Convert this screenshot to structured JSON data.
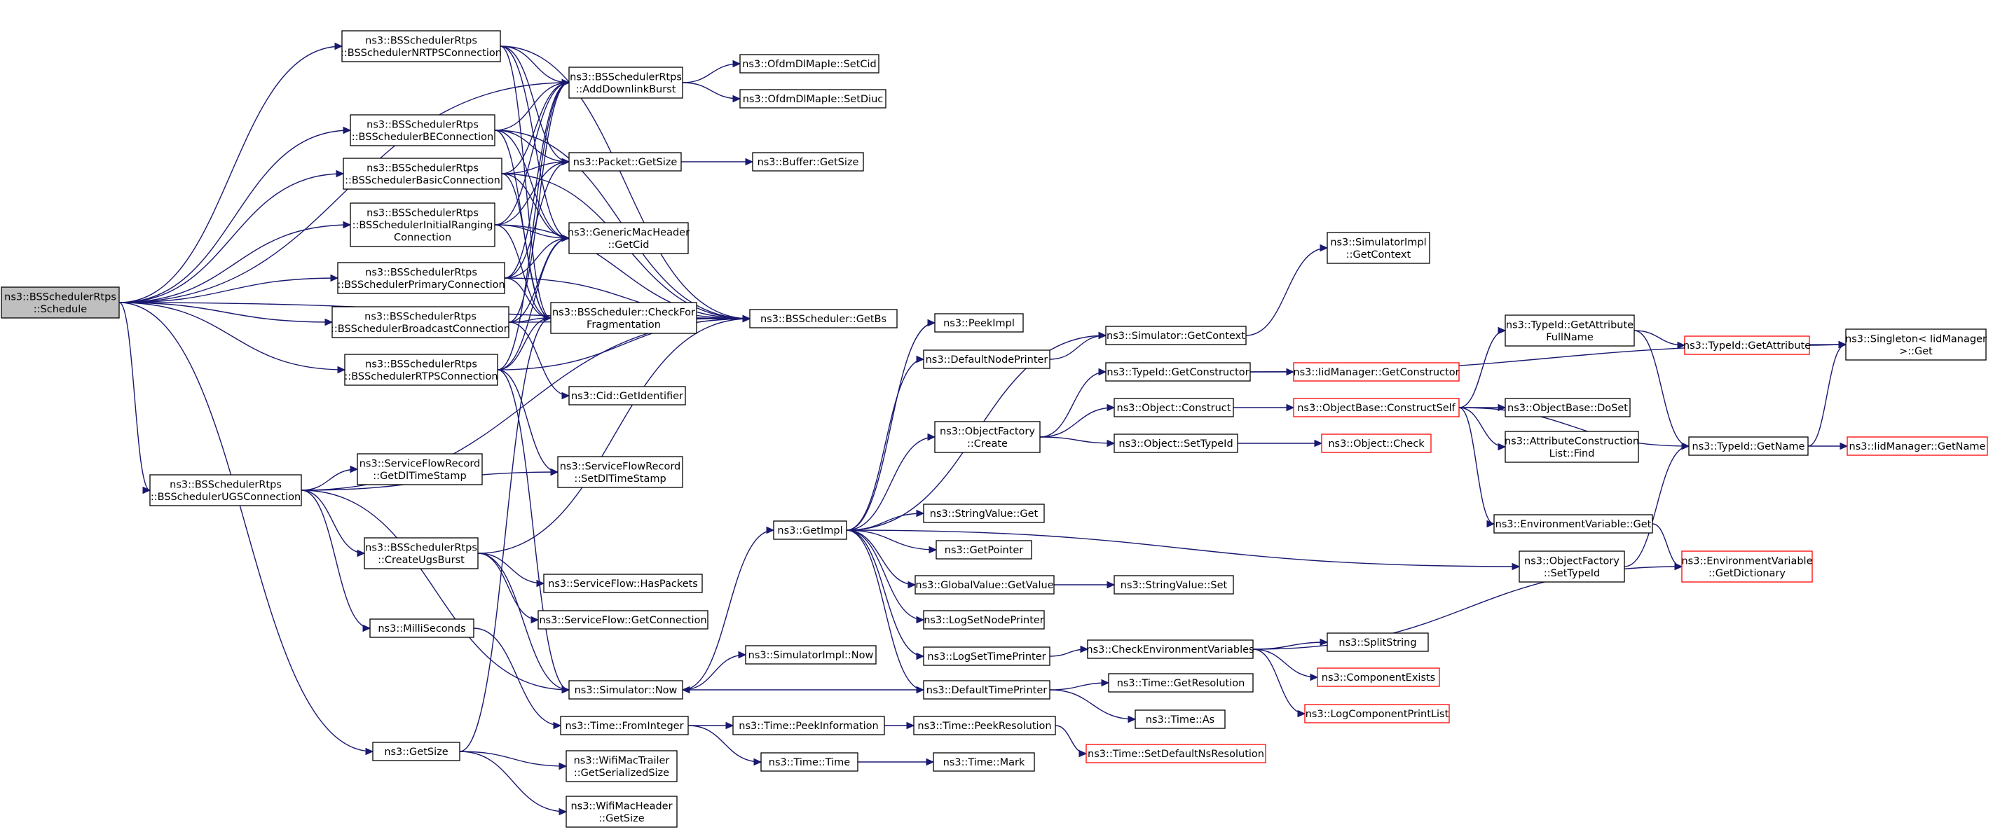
{
  "diagram": {
    "kind": "call-graph",
    "colors": {
      "edge": "#191970",
      "root_fill": "#bfbfbf",
      "node_border": "#000000",
      "truncated_border": "#ff0000"
    },
    "nodes": [
      {
        "id": "schedule",
        "lines": [
          "ns3::BSSchedulerRtps",
          "::Schedule"
        ],
        "style": "root"
      },
      {
        "id": "nrtps",
        "lines": [
          "ns3::BSSchedulerRtps",
          "::BSSchedulerNRTPSConnection"
        ]
      },
      {
        "id": "be",
        "lines": [
          "ns3::BSSchedulerRtps",
          "::BSSchedulerBEConnection"
        ]
      },
      {
        "id": "basic",
        "lines": [
          "ns3::BSSchedulerRtps",
          "::BSSchedulerBasicConnection"
        ]
      },
      {
        "id": "initrang",
        "lines": [
          "ns3::BSSchedulerRtps",
          "::BSSchedulerInitialRanging",
          "Connection"
        ]
      },
      {
        "id": "primary",
        "lines": [
          "ns3::BSSchedulerRtps",
          "::BSSchedulerPrimaryConnection"
        ]
      },
      {
        "id": "broadcast",
        "lines": [
          "ns3::BSSchedulerRtps",
          "::BSSchedulerBroadcastConnection"
        ]
      },
      {
        "id": "rtps",
        "lines": [
          "ns3::BSSchedulerRtps",
          "::BSSchedulerRTPSConnection"
        ]
      },
      {
        "id": "ugs",
        "lines": [
          "ns3::BSSchedulerRtps",
          "::BSSchedulerUGSConnection"
        ]
      },
      {
        "id": "adddl",
        "lines": [
          "ns3::BSSchedulerRtps",
          "::AddDownlinkBurst"
        ]
      },
      {
        "id": "setcid",
        "lines": [
          "ns3::OfdmDlMapIe::SetCid"
        ]
      },
      {
        "id": "setdiuc",
        "lines": [
          "ns3::OfdmDlMapIe::SetDiuc"
        ]
      },
      {
        "id": "pktsize",
        "lines": [
          "ns3::Packet::GetSize"
        ]
      },
      {
        "id": "bufsize",
        "lines": [
          "ns3::Buffer::GetSize"
        ]
      },
      {
        "id": "gmhcid",
        "lines": [
          "ns3::GenericMacHeader",
          "::GetCid"
        ]
      },
      {
        "id": "checkfrag",
        "lines": [
          "ns3::BSScheduler::CheckFor",
          "Fragmentation"
        ]
      },
      {
        "id": "getbs",
        "lines": [
          "ns3::BSScheduler::GetBs"
        ]
      },
      {
        "id": "cidgetid",
        "lines": [
          "ns3::Cid::GetIdentifier"
        ]
      },
      {
        "id": "sfrget",
        "lines": [
          "ns3::ServiceFlowRecord",
          "::GetDlTimeStamp"
        ]
      },
      {
        "id": "sfrset",
        "lines": [
          "ns3::ServiceFlowRecord",
          "::SetDlTimeStamp"
        ]
      },
      {
        "id": "createugs",
        "lines": [
          "ns3::BSSchedulerRtps",
          "::CreateUgsBurst"
        ]
      },
      {
        "id": "haspkts",
        "lines": [
          "ns3::ServiceFlow::HasPackets"
        ]
      },
      {
        "id": "sfgetconn",
        "lines": [
          "ns3::ServiceFlow::GetConnection"
        ]
      },
      {
        "id": "millis",
        "lines": [
          "ns3::MilliSeconds"
        ]
      },
      {
        "id": "simnow",
        "lines": [
          "ns3::Simulator::Now"
        ]
      },
      {
        "id": "simimplnow",
        "lines": [
          "ns3::SimulatorImpl::Now"
        ]
      },
      {
        "id": "frominteger",
        "lines": [
          "ns3::Time::FromInteger"
        ]
      },
      {
        "id": "peekinfo",
        "lines": [
          "ns3::Time::PeekInformation"
        ]
      },
      {
        "id": "timetime",
        "lines": [
          "ns3::Time::Time"
        ]
      },
      {
        "id": "peekres",
        "lines": [
          "ns3::Time::PeekResolution"
        ]
      },
      {
        "id": "setdefns",
        "lines": [
          "ns3::Time::SetDefaultNsResolution"
        ],
        "style": "red"
      },
      {
        "id": "timemark",
        "lines": [
          "ns3::Time::Mark"
        ]
      },
      {
        "id": "getsize",
        "lines": [
          "ns3::GetSize"
        ]
      },
      {
        "id": "wifitrailer",
        "lines": [
          "ns3::WifiMacTrailer",
          "::GetSerializedSize"
        ]
      },
      {
        "id": "wifiheader",
        "lines": [
          "ns3::WifiMacHeader",
          "::GetSize"
        ]
      },
      {
        "id": "getimpl",
        "lines": [
          "ns3::GetImpl"
        ]
      },
      {
        "id": "peekimpl",
        "lines": [
          "ns3::PeekImpl"
        ]
      },
      {
        "id": "defnodeprinter",
        "lines": [
          "ns3::DefaultNodePrinter"
        ]
      },
      {
        "id": "simgetctx",
        "lines": [
          "ns3::Simulator::GetContext"
        ]
      },
      {
        "id": "simimplctx",
        "lines": [
          "ns3::SimulatorImpl",
          "::GetContext"
        ]
      },
      {
        "id": "objfactcreate",
        "lines": [
          "ns3::ObjectFactory",
          "::Create"
        ]
      },
      {
        "id": "typeidgetctor",
        "lines": [
          "ns3::TypeId::GetConstructor"
        ]
      },
      {
        "id": "iidgetctor",
        "lines": [
          "ns3::IidManager::GetConstructor"
        ],
        "style": "red"
      },
      {
        "id": "objconstruct",
        "lines": [
          "ns3::Object::Construct"
        ]
      },
      {
        "id": "objsettypeid",
        "lines": [
          "ns3::Object::SetTypeId"
        ]
      },
      {
        "id": "constructself",
        "lines": [
          "ns3::ObjectBase::ConstructSelf"
        ],
        "style": "red"
      },
      {
        "id": "objcheck",
        "lines": [
          "ns3::Object::Check"
        ],
        "style": "red"
      },
      {
        "id": "getattrfull",
        "lines": [
          "ns3::TypeId::GetAttribute",
          "FullName"
        ]
      },
      {
        "id": "getattr",
        "lines": [
          "ns3::TypeId::GetAttribute"
        ],
        "style": "red"
      },
      {
        "id": "singleton",
        "lines": [
          "ns3::Singleton< IidManager",
          ">::Get"
        ]
      },
      {
        "id": "dostuff",
        "lines": [
          "ns3::ObjectBase::DoSet"
        ]
      },
      {
        "id": "attrfind",
        "lines": [
          "ns3::AttributeConstruction",
          "List::Find"
        ]
      },
      {
        "id": "typeidgetname",
        "lines": [
          "ns3::TypeId::GetName"
        ]
      },
      {
        "id": "iidgetname",
        "lines": [
          "ns3::IidManager::GetName"
        ],
        "style": "red"
      },
      {
        "id": "envget",
        "lines": [
          "ns3::EnvironmentVariable::Get"
        ]
      },
      {
        "id": "envdict",
        "lines": [
          "ns3::EnvironmentVariable",
          "::GetDictionary"
        ],
        "style": "red"
      },
      {
        "id": "objfactsettypeid",
        "lines": [
          "ns3::ObjectFactory",
          "::SetTypeId"
        ]
      },
      {
        "id": "strvalget",
        "lines": [
          "ns3::StringValue::Get"
        ]
      },
      {
        "id": "getpointer",
        "lines": [
          "ns3::GetPointer"
        ]
      },
      {
        "id": "globalgetvalue",
        "lines": [
          "ns3::GlobalValue::GetValue"
        ]
      },
      {
        "id": "strvalset",
        "lines": [
          "ns3::StringValue::Set"
        ]
      },
      {
        "id": "lognodeprinter",
        "lines": [
          "ns3::LogSetNodePrinter"
        ]
      },
      {
        "id": "logtimeprinter",
        "lines": [
          "ns3::LogSetTimePrinter"
        ]
      },
      {
        "id": "deftimeprinter",
        "lines": [
          "ns3::DefaultTimePrinter"
        ]
      },
      {
        "id": "checkenv",
        "lines": [
          "ns3::CheckEnvironmentVariables"
        ]
      },
      {
        "id": "splitstring",
        "lines": [
          "ns3::SplitString"
        ]
      },
      {
        "id": "compexists",
        "lines": [
          "ns3::ComponentExists"
        ],
        "style": "red"
      },
      {
        "id": "logcomplist",
        "lines": [
          "ns3::LogComponentPrintList"
        ],
        "style": "red"
      },
      {
        "id": "timegetres",
        "lines": [
          "ns3::Time::GetResolution"
        ]
      },
      {
        "id": "timeas",
        "lines": [
          "ns3::Time::As"
        ]
      }
    ],
    "edges": [
      [
        "schedule",
        "nrtps"
      ],
      [
        "schedule",
        "be"
      ],
      [
        "schedule",
        "basic"
      ],
      [
        "schedule",
        "initrang"
      ],
      [
        "schedule",
        "primary"
      ],
      [
        "schedule",
        "broadcast"
      ],
      [
        "schedule",
        "rtps"
      ],
      [
        "schedule",
        "ugs"
      ],
      [
        "schedule",
        "getbs"
      ],
      [
        "schedule",
        "getsize"
      ],
      [
        "schedule",
        "adddl"
      ],
      [
        "nrtps",
        "adddl"
      ],
      [
        "nrtps",
        "pktsize"
      ],
      [
        "nrtps",
        "gmhcid"
      ],
      [
        "nrtps",
        "checkfrag"
      ],
      [
        "nrtps",
        "getbs"
      ],
      [
        "be",
        "adddl"
      ],
      [
        "be",
        "pktsize"
      ],
      [
        "be",
        "gmhcid"
      ],
      [
        "be",
        "checkfrag"
      ],
      [
        "be",
        "getbs"
      ],
      [
        "basic",
        "adddl"
      ],
      [
        "basic",
        "pktsize"
      ],
      [
        "basic",
        "gmhcid"
      ],
      [
        "basic",
        "checkfrag"
      ],
      [
        "basic",
        "getbs"
      ],
      [
        "initrang",
        "adddl"
      ],
      [
        "initrang",
        "pktsize"
      ],
      [
        "initrang",
        "gmhcid"
      ],
      [
        "initrang",
        "checkfrag"
      ],
      [
        "initrang",
        "getbs"
      ],
      [
        "primary",
        "adddl"
      ],
      [
        "primary",
        "pktsize"
      ],
      [
        "primary",
        "gmhcid"
      ],
      [
        "primary",
        "checkfrag"
      ],
      [
        "primary",
        "getbs"
      ],
      [
        "broadcast",
        "adddl"
      ],
      [
        "broadcast",
        "gmhcid"
      ],
      [
        "broadcast",
        "checkfrag"
      ],
      [
        "broadcast",
        "getbs"
      ],
      [
        "broadcast",
        "cidgetid"
      ],
      [
        "rtps",
        "adddl"
      ],
      [
        "rtps",
        "gmhcid"
      ],
      [
        "rtps",
        "checkfrag"
      ],
      [
        "rtps",
        "getbs"
      ],
      [
        "rtps",
        "sfrset"
      ],
      [
        "rtps",
        "simnow"
      ],
      [
        "adddl",
        "setcid"
      ],
      [
        "adddl",
        "setdiuc"
      ],
      [
        "pktsize",
        "bufsize"
      ],
      [
        "checkfrag",
        "getbs"
      ],
      [
        "ugs",
        "sfrget"
      ],
      [
        "ugs",
        "sfrset"
      ],
      [
        "ugs",
        "createugs"
      ],
      [
        "ugs",
        "millis"
      ],
      [
        "ugs",
        "simnow"
      ],
      [
        "ugs",
        "getbs"
      ],
      [
        "createugs",
        "haspkts"
      ],
      [
        "createugs",
        "sfgetconn"
      ],
      [
        "createugs",
        "getbs"
      ],
      [
        "createugs",
        "simnow"
      ],
      [
        "millis",
        "frominteger"
      ],
      [
        "simnow",
        "getimpl"
      ],
      [
        "simnow",
        "simimplnow"
      ],
      [
        "frominteger",
        "peekinfo"
      ],
      [
        "frominteger",
        "timetime"
      ],
      [
        "peekinfo",
        "peekres"
      ],
      [
        "peekres",
        "setdefns"
      ],
      [
        "timetime",
        "timemark"
      ],
      [
        "getsize",
        "wifitrailer"
      ],
      [
        "getsize",
        "wifiheader"
      ],
      [
        "getsize",
        "checkfrag"
      ],
      [
        "getimpl",
        "peekimpl"
      ],
      [
        "getimpl",
        "defnodeprinter"
      ],
      [
        "getimpl",
        "simgetctx"
      ],
      [
        "getimpl",
        "objfactcreate"
      ],
      [
        "getimpl",
        "objfactsettypeid"
      ],
      [
        "getimpl",
        "strvalget"
      ],
      [
        "getimpl",
        "getpointer"
      ],
      [
        "getimpl",
        "globalgetvalue"
      ],
      [
        "getimpl",
        "lognodeprinter"
      ],
      [
        "getimpl",
        "logtimeprinter"
      ],
      [
        "getimpl",
        "deftimeprinter"
      ],
      [
        "defnodeprinter",
        "simgetctx"
      ],
      [
        "simgetctx",
        "simimplctx"
      ],
      [
        "objfactcreate",
        "typeidgetctor"
      ],
      [
        "objfactcreate",
        "objconstruct"
      ],
      [
        "objfactcreate",
        "objsettypeid"
      ],
      [
        "typeidgetctor",
        "iidgetctor"
      ],
      [
        "typeidgetctor",
        "singleton"
      ],
      [
        "objconstruct",
        "constructself"
      ],
      [
        "objsettypeid",
        "objcheck"
      ],
      [
        "constructself",
        "getattrfull"
      ],
      [
        "constructself",
        "dostuff"
      ],
      [
        "constructself",
        "attrfind"
      ],
      [
        "constructself",
        "typeidgetname"
      ],
      [
        "constructself",
        "envget"
      ],
      [
        "getattrfull",
        "getattr"
      ],
      [
        "getattrfull",
        "typeidgetname"
      ],
      [
        "getattr",
        "singleton"
      ],
      [
        "typeidgetname",
        "singleton"
      ],
      [
        "typeidgetname",
        "iidgetname"
      ],
      [
        "envget",
        "envdict"
      ],
      [
        "objfactsettypeid",
        "typeidgetname"
      ],
      [
        "globalgetvalue",
        "strvalset"
      ],
      [
        "deftimeprinter",
        "simnow"
      ],
      [
        "deftimeprinter",
        "timegetres"
      ],
      [
        "deftimeprinter",
        "timeas"
      ],
      [
        "logtimeprinter",
        "checkenv"
      ],
      [
        "checkenv",
        "splitstring"
      ],
      [
        "checkenv",
        "compexists"
      ],
      [
        "checkenv",
        "logcomplist"
      ],
      [
        "checkenv",
        "envdict"
      ]
    ]
  }
}
